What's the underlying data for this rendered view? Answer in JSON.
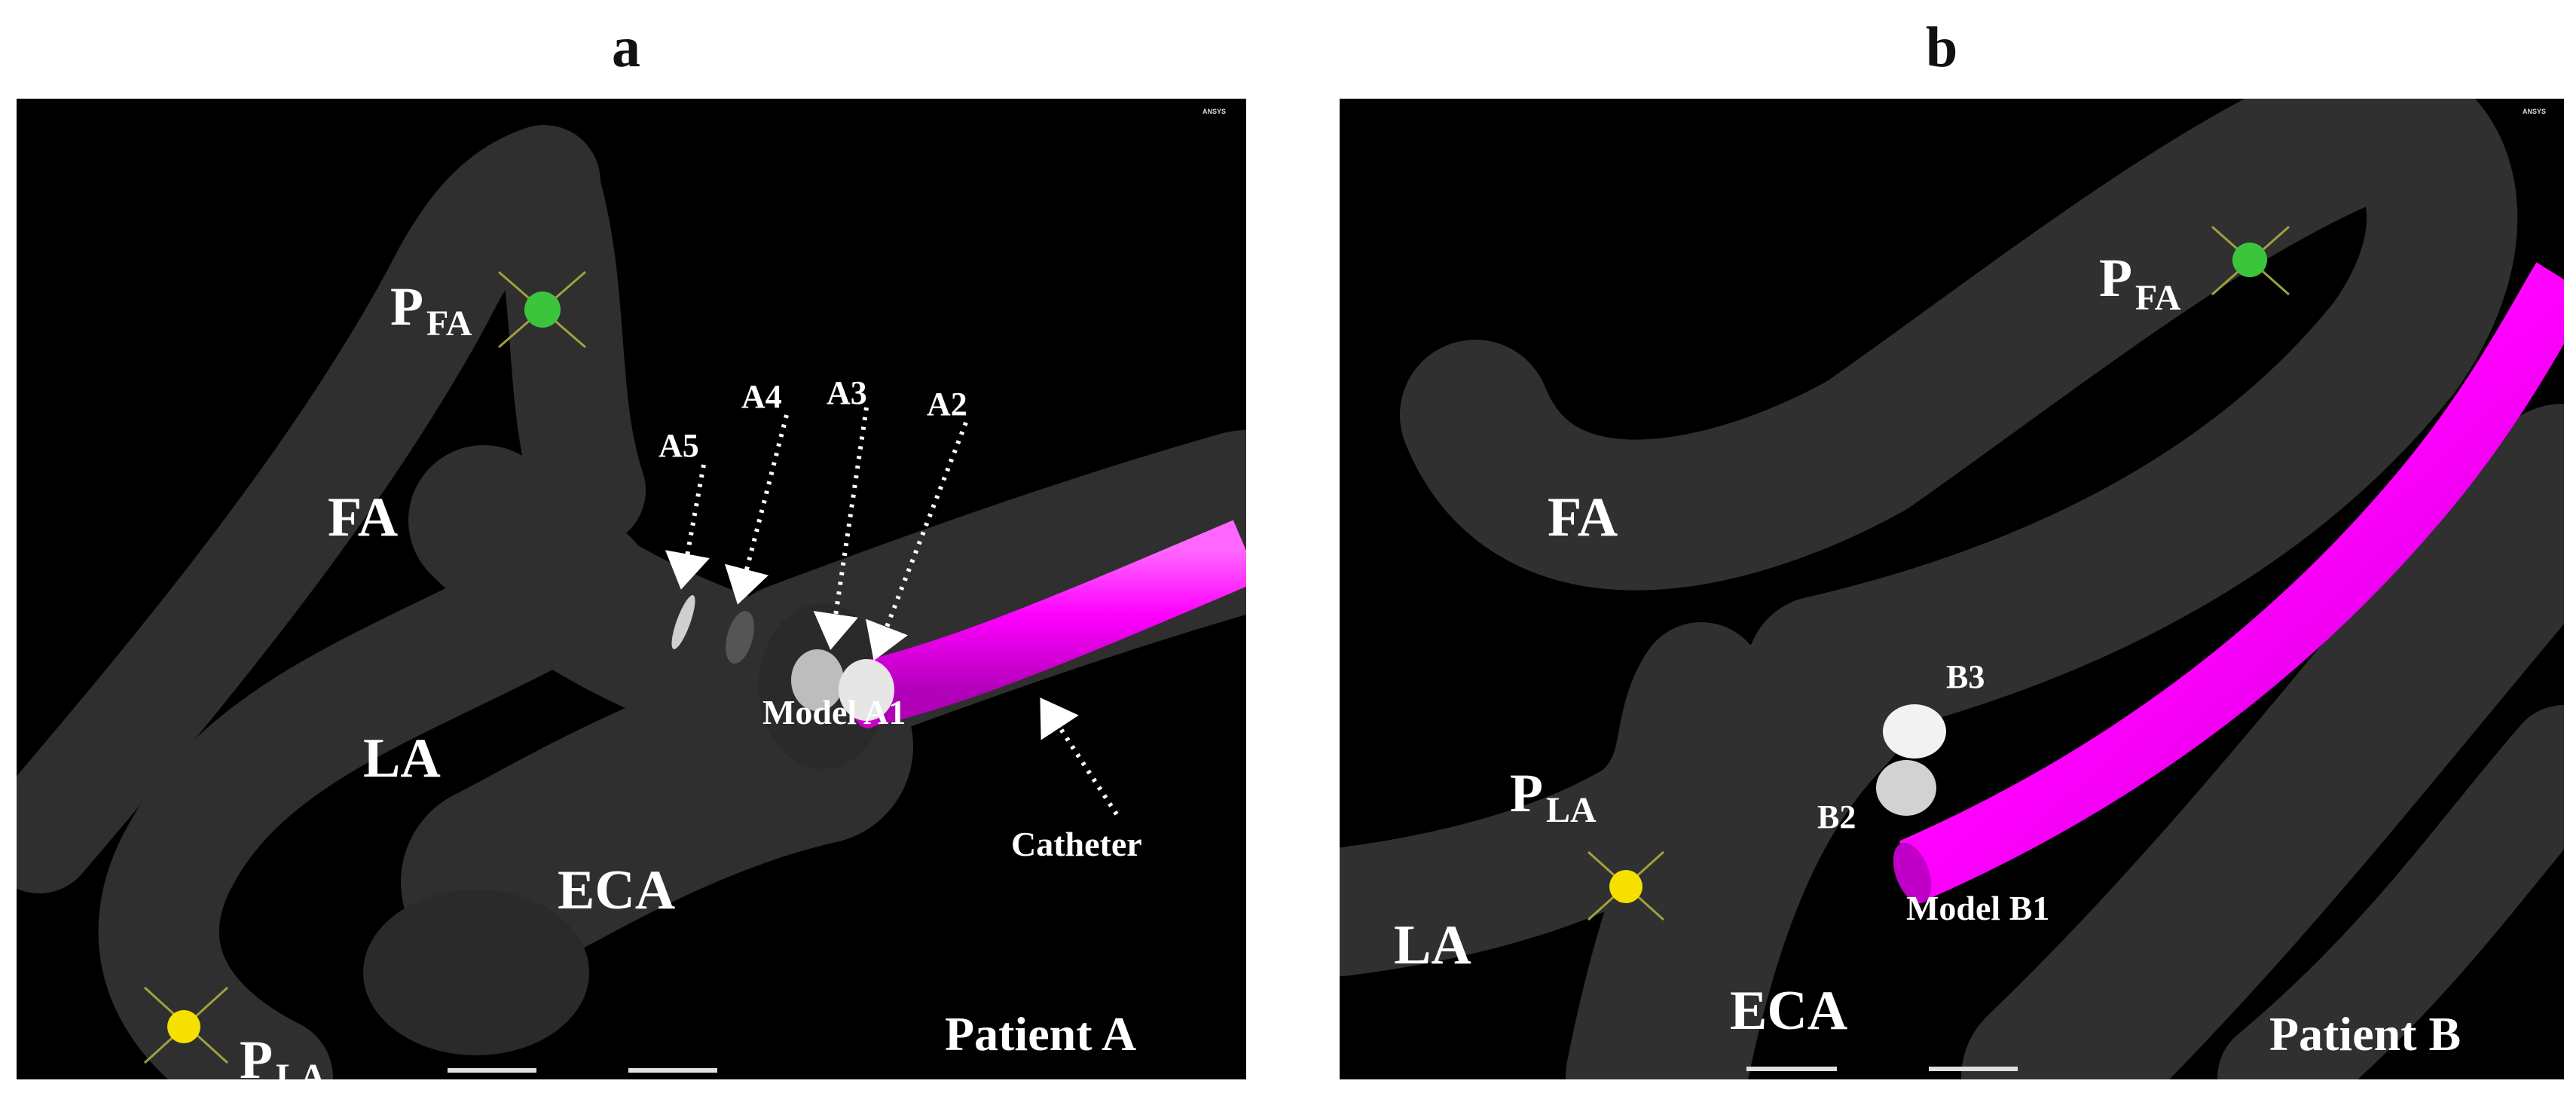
{
  "panel_a": {
    "letter": "a",
    "labels": {
      "fa": "FA",
      "la": "LA",
      "eca": "ECA",
      "p_fa_main": "P",
      "p_fa_sub": "FA",
      "p_la_main": "P",
      "p_la_sub": "LA",
      "a5": "A5",
      "a4": "A4",
      "a3": "A3",
      "a2": "A2",
      "model": "Model A1",
      "catheter": "Catheter",
      "patient": "Patient A"
    },
    "corner_text": "ANSYS"
  },
  "panel_b": {
    "letter": "b",
    "labels": {
      "fa": "FA",
      "la": "LA",
      "eca": "ECA",
      "p_fa_main": "P",
      "p_fa_sub": "FA",
      "p_la_main": "P",
      "p_la_sub": "LA",
      "b3": "B3",
      "b2": "B2",
      "model": "Model B1",
      "patient": "Patient B"
    },
    "corner_text": "ANSYS"
  },
  "colors": {
    "vessel": "#333333",
    "catheter": "#ff00ff",
    "point_fa": "#3cc43c",
    "point_la": "#f5e000",
    "annotation": "#ffffff"
  }
}
